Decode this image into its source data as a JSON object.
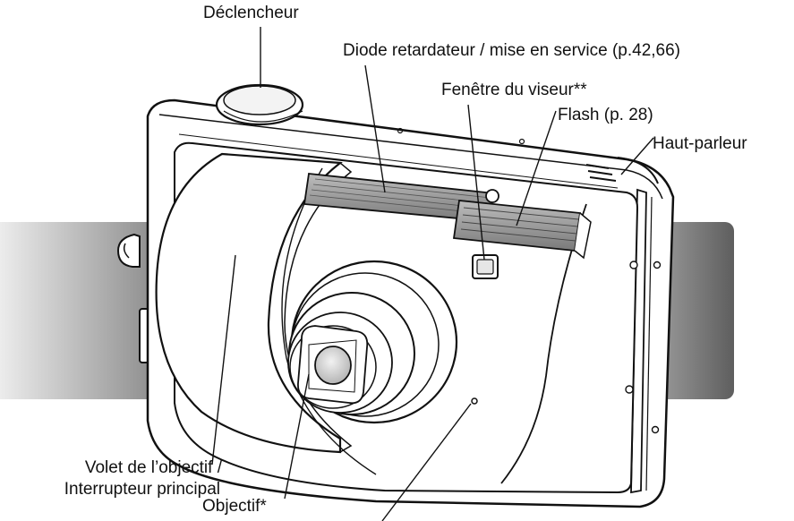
{
  "labels": {
    "shutter_release": "Déclencheur",
    "self_timer_lamp": "Diode retardateur / mise en service (p.42,66)",
    "viewfinder_window": "Fenêtre du viseur**",
    "flash": "Flash (p. 28)",
    "speaker": "Haut-parleur",
    "lens_cover_line1": "Volet de l’objectif /",
    "lens_cover_line2": "Interrupteur principal",
    "lens": "Objectif*"
  },
  "colors": {
    "ink": "#111111",
    "band_light": "#e6e6e6",
    "band_dark": "#6e6e6e",
    "lens_center": "#cfcfcf"
  }
}
